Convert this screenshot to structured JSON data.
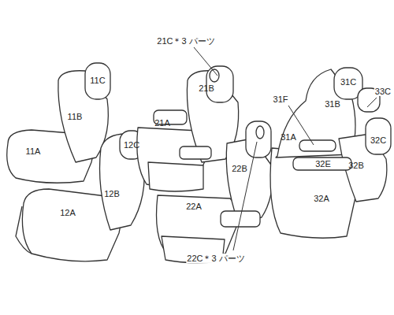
{
  "diagram": {
    "labels": [
      "11C",
      "11B",
      "11A",
      "12C",
      "12B",
      "12A",
      "21C＊3 パーツ",
      "21B",
      "21A",
      "22B",
      "22A",
      "22C＊3 パーツ",
      "31C",
      "31B",
      "31F",
      "31A",
      "33C",
      "32C",
      "32E",
      "32B",
      "32A"
    ]
  }
}
